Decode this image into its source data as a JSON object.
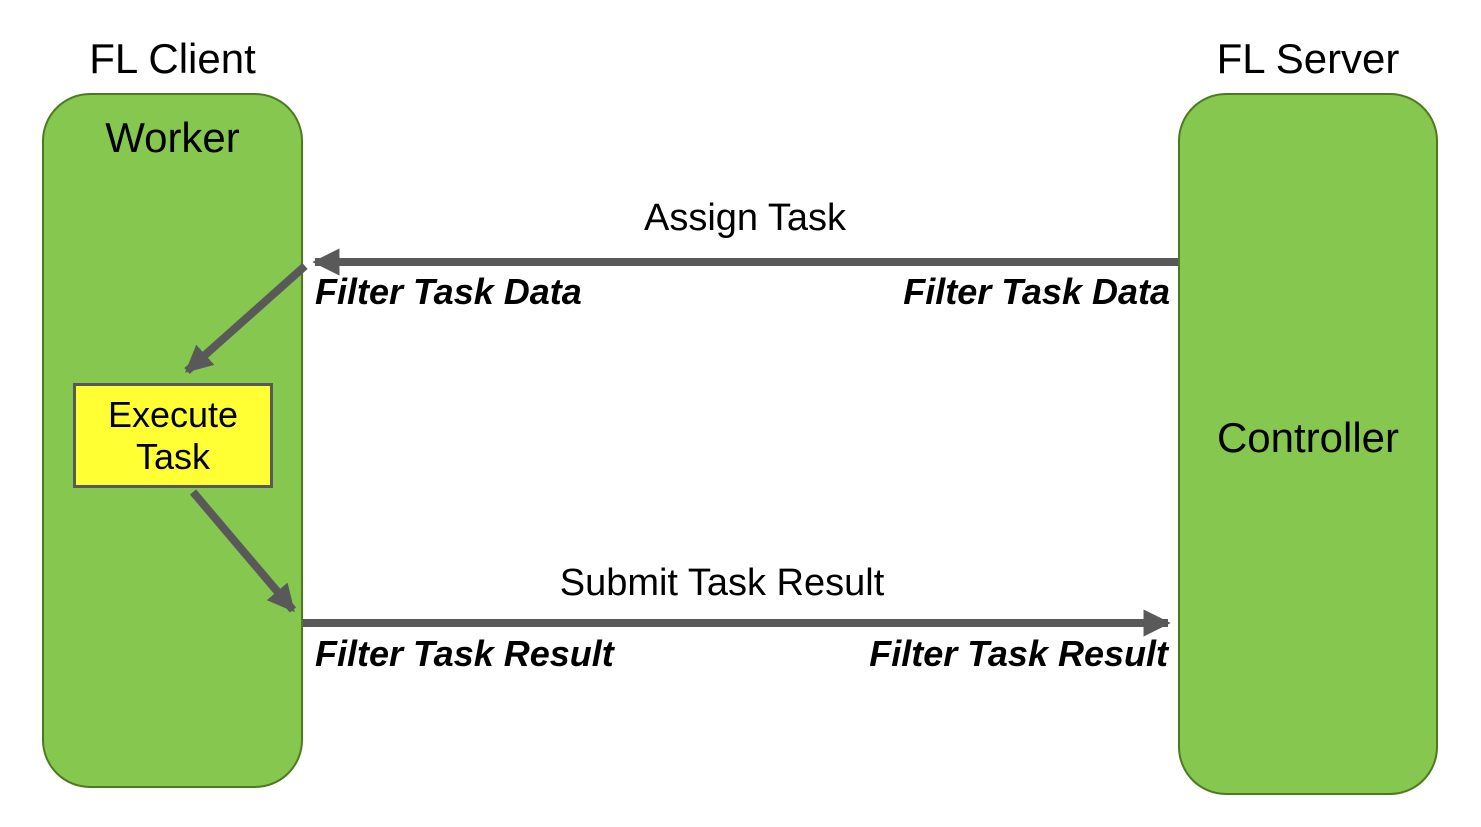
{
  "diagram": {
    "client": {
      "title": "FL Client",
      "node_label": "Worker",
      "task_label": "Execute Task"
    },
    "server": {
      "title": "FL Server",
      "node_label": "Controller"
    },
    "edges": {
      "assign_task": "Assign Task",
      "submit_task_result": "Submit Task Result",
      "filter_task_data_client": "Filter Task Data",
      "filter_task_data_server": "Filter Task Data",
      "filter_task_result_client": "Filter Task Result",
      "filter_task_result_server": "Filter Task Result"
    },
    "colors": {
      "lane_fill": "#86C750",
      "lane_border": "#4E7A1F",
      "task_fill": "#FFFF33",
      "task_border": "#595959",
      "arrow": "#595959",
      "background": "#FFFFFF",
      "text": "#000000"
    }
  }
}
